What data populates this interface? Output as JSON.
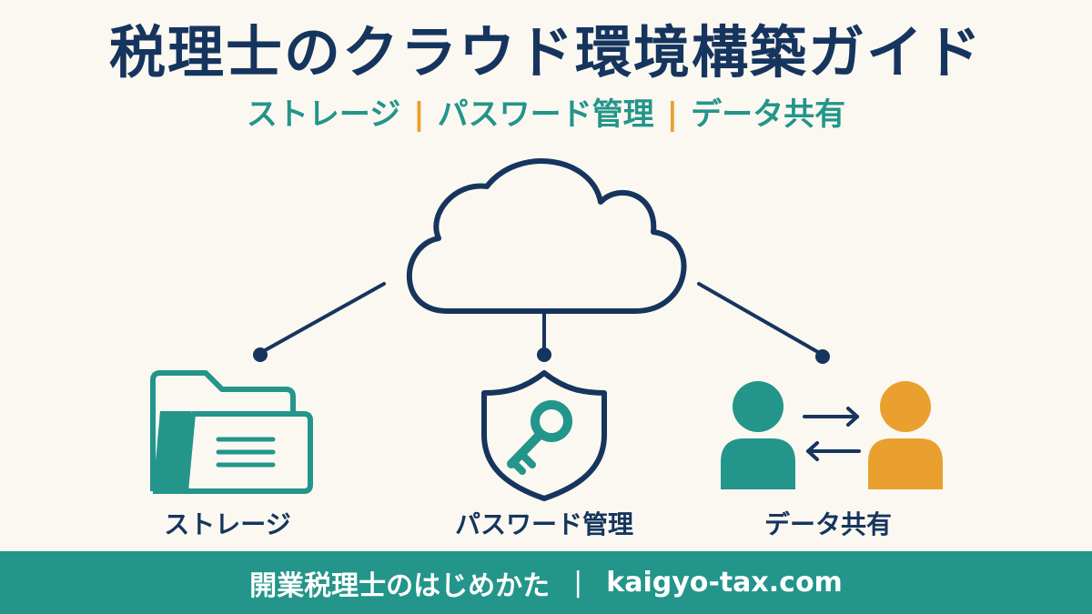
{
  "title": "税理士のクラウド環境構築ガイド",
  "subtitle": {
    "parts": [
      "ストレージ",
      "パスワード管理",
      "データ共有"
    ],
    "separator": "|"
  },
  "features": [
    {
      "label": "ストレージ",
      "icon": "folder-icon"
    },
    {
      "label": "パスワード管理",
      "icon": "shield-key-icon"
    },
    {
      "label": "データ共有",
      "icon": "data-sharing-icon"
    }
  ],
  "footer": {
    "site_name": "開業税理士のはじめかた",
    "separator": "|",
    "url": "kaigyo-tax.com"
  },
  "colors": {
    "navy": "#16355e",
    "teal": "#23958a",
    "orange": "#e9a02e",
    "background": "#fbf8f1"
  }
}
